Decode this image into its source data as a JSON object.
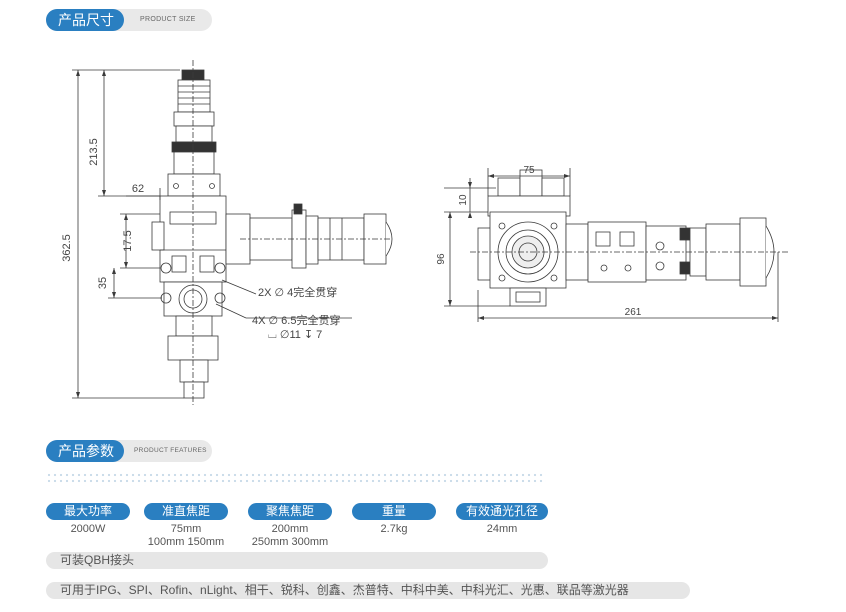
{
  "section_size": {
    "title": "产品尺寸",
    "subtitle": "PRODUCT SIZE"
  },
  "section_features": {
    "title": "产品参数",
    "subtitle": "PRODUCT FEATURES"
  },
  "drawing": {
    "dims": {
      "total_height": "362.5",
      "upper_height": "213.5",
      "mid_height": "17.5",
      "lower_height": "35",
      "left_width": "62",
      "hole_2x": "2X ∅ 4完全贯穿",
      "hole_4x": "4X ∅ 6.5完全贯穿",
      "counterbore": "⌴ ∅11 ↧ 7",
      "top_width": "75",
      "top_offset": "10",
      "side_height": "96",
      "overall_length": "261"
    }
  },
  "params": [
    {
      "label": "最大功率",
      "values": [
        "2000W"
      ]
    },
    {
      "label": "准直焦距",
      "values": [
        "75mm",
        "100mm 150mm"
      ]
    },
    {
      "label": "聚焦焦距",
      "values": [
        "200mm",
        "250mm 300mm"
      ]
    },
    {
      "label": "重量",
      "values": [
        "2.7kg"
      ]
    },
    {
      "label": "有效通光孔径",
      "values": [
        "24mm"
      ]
    }
  ],
  "notes": {
    "qbh": "可装QBH接头",
    "compat": "可用于IPG、SPI、Rofin、nLight、相干、锐科、创鑫、杰普特、中科中美、中科光汇、光惠、联品等激光器"
  }
}
